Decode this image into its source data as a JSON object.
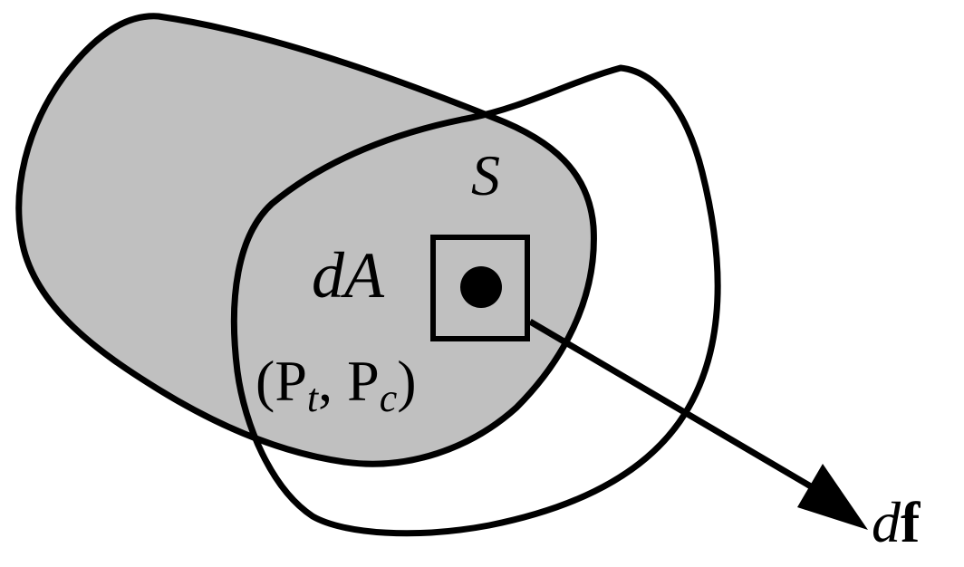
{
  "labels": {
    "surface": "S",
    "area_element": "dA",
    "pressure_open": "(P",
    "pressure_t_sub": "t",
    "pressure_sep": ", P",
    "pressure_c_sub": "c",
    "pressure_close": ")",
    "force_d": "d",
    "force_f": "f"
  },
  "colors": {
    "fill": "#c0c0c0",
    "stroke": "#000000",
    "background": "#ffffff"
  }
}
